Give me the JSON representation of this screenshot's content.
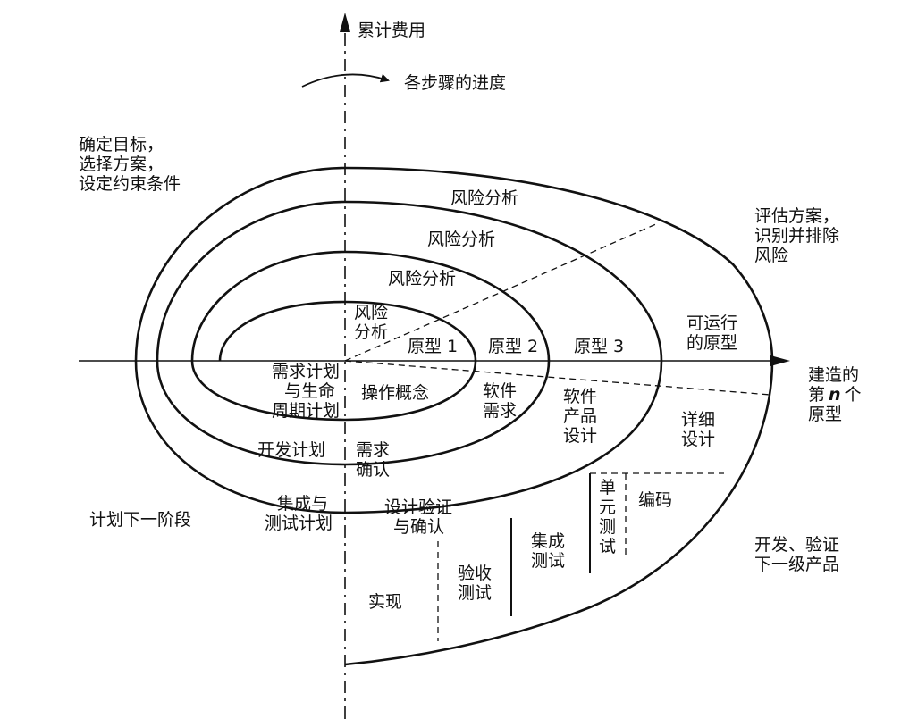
{
  "axes": {
    "y_label": "累计费用",
    "progress_label": "各步骤的进度",
    "x_label_lines": [
      "建造的",
      "第",
      "n",
      "个",
      "原型"
    ]
  },
  "quadrants": {
    "top_left": [
      "确定目标，",
      "选择方案，",
      "设定约束条件"
    ],
    "top_right": [
      "评估方案，",
      "识别并排除",
      "风险"
    ],
    "bottom_left": [
      "计划下一阶段"
    ],
    "bottom_right": [
      "开发、验证",
      "下一级产品"
    ]
  },
  "risk_analysis": {
    "outer1": "风险分析",
    "outer2": "风险分析",
    "outer3": "风险分析",
    "inner": [
      "风险",
      "分析"
    ]
  },
  "prototypes": {
    "p1": "原型 1",
    "p2": "原型 2",
    "p3": "原型 3",
    "operational": [
      "可运行",
      "的原型"
    ]
  },
  "phases": {
    "req_plan": [
      "需求计划",
      "与生命",
      "周期计划"
    ],
    "concept": "操作概念",
    "software_req": [
      "软件",
      "需求"
    ],
    "product_design": [
      "软件",
      "产品",
      "设计"
    ],
    "detailed_design": [
      "详细",
      "设计"
    ],
    "dev_plan": "开发计划",
    "req_validation": [
      "需求",
      "确认"
    ],
    "integration_plan": [
      "集成与",
      "测试计划"
    ],
    "design_validation": [
      "设计验证",
      "与确认"
    ],
    "unit_test": [
      "单",
      "元",
      "测",
      "试"
    ],
    "coding": "编码",
    "integration_test": [
      "集成",
      "测试"
    ],
    "acceptance_test": [
      "验收",
      "测试"
    ],
    "implementation": "实现"
  }
}
